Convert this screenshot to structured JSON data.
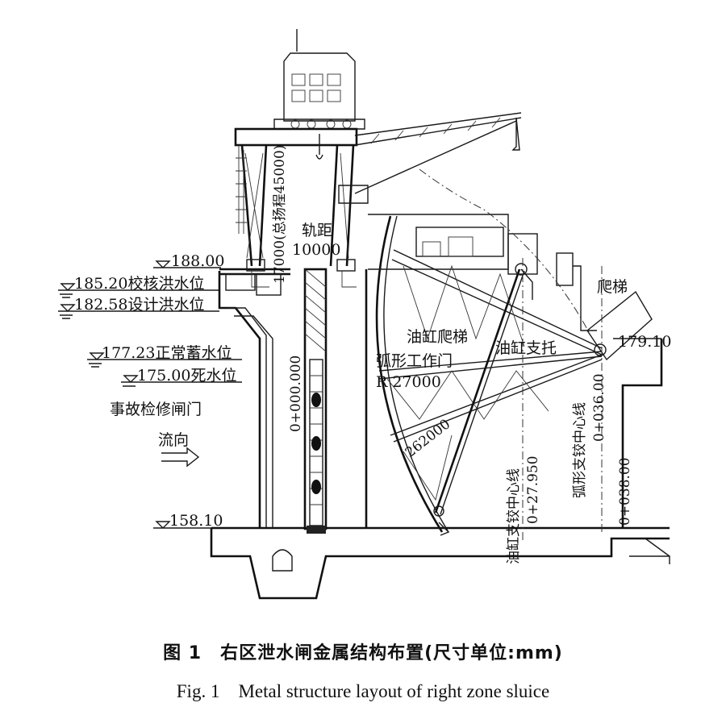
{
  "labels": {
    "el_188": "188.00",
    "el_185": "185.20校核洪水位",
    "el_182": "182.58设计洪水位",
    "el_177": "177.23正常蓄水位",
    "el_175": "175.00死水位",
    "el_158": "158.10",
    "el_179": "179.10",
    "rail_gauge_title": "轨距",
    "rail_gauge_value": "10000",
    "lift_height": "17000(总扬程45000)",
    "emergency_gate": "事故检修闸门",
    "flow_direction": "流向",
    "station_0": "0+000.000",
    "cylinder_ladder": "油缸爬梯",
    "radial_gate": "弧形工作门",
    "radius": "R 27000",
    "cylinder_support": "油缸支托",
    "ladder": "爬梯",
    "dim_262000": "262000",
    "cylinder_hinge_cl": "油缸支铰中心线",
    "station_27950": "0+27.950",
    "radial_hinge_cl": "弧形支铰中心线",
    "station_36": "0+036.00",
    "station_38": "0+038.00"
  },
  "caption": {
    "cn": "图 1　右区泄水闸金属结构布置(尺寸单位:mm)",
    "en": "Fig. 1　Metal structure layout of right zone sluice"
  }
}
